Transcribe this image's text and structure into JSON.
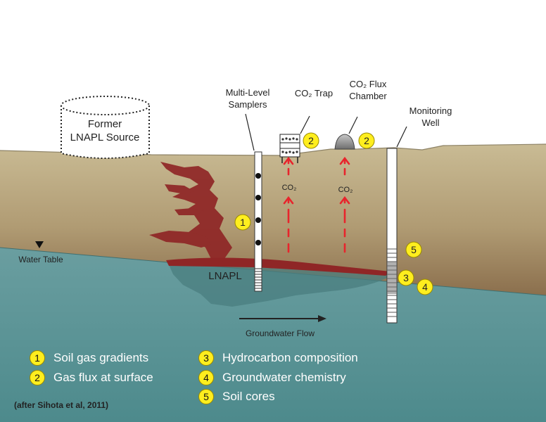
{
  "labels": {
    "former_source_line1": "Former",
    "former_source_line2": "LNAPL Source",
    "multi_level_line1": "Multi-Level",
    "multi_level_line2": "Samplers",
    "co2_trap": "CO₂ Trap",
    "co2_flux_line1": "CO₂ Flux",
    "co2_flux_line2": "Chamber",
    "monitoring_line1": "Monitoring",
    "monitoring_line2": "Well",
    "co2_left": "CO₂",
    "co2_right": "CO₂",
    "water_table": "Water Table",
    "lnapl": "LNAPL",
    "groundwater_flow": "Groundwater Flow"
  },
  "markers": {
    "samplers": "1",
    "trap": "2",
    "chamber": "2",
    "well_upper": "5",
    "well_mid": "3",
    "well_side": "4"
  },
  "legend": [
    {
      "number": "1",
      "label": "Soil gas gradients"
    },
    {
      "number": "2",
      "label": "Gas flux at surface"
    },
    {
      "number": "3",
      "label": "Hydrocarbon composition"
    },
    {
      "number": "4",
      "label": "Groundwater chemistry"
    },
    {
      "number": "5",
      "label": "Soil cores"
    }
  ],
  "citation": "(after Sihota et al, 2011)",
  "colors": {
    "sky": "#ffffff",
    "soil": "#c3b48e",
    "groundwater": "#5e9698",
    "lnapl": "#8f2626",
    "marker": "#ffee1e",
    "arrow": "#e8242c"
  }
}
